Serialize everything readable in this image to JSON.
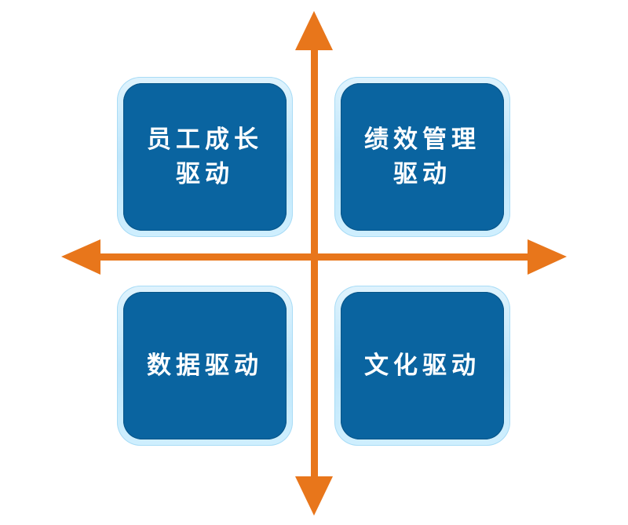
{
  "colors": {
    "axis": "#e8761b",
    "tile_fill": "#0a64a0",
    "tile_border": "#c6e9fc",
    "text": "#ffffff"
  },
  "quadrants": {
    "top_left": {
      "line1": "员工成长",
      "line2": "驱动"
    },
    "top_right": {
      "line1": "绩效管理",
      "line2": "驱动"
    },
    "bottom_left": {
      "line1": "数据驱动"
    },
    "bottom_right": {
      "line1": "文化驱动"
    }
  }
}
